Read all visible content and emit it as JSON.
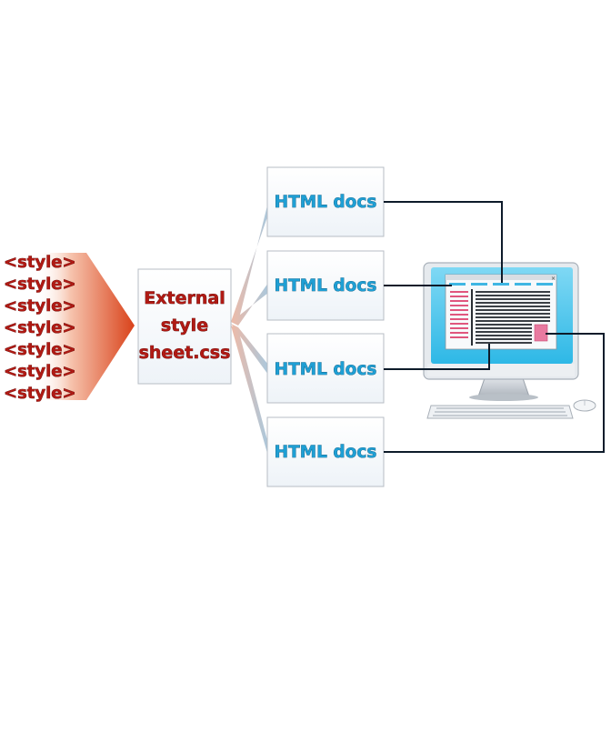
{
  "diagram": {
    "style_tags": [
      "<style>",
      "<style>",
      "<style>",
      "<style>",
      "<style>",
      "<style>",
      "<style>"
    ],
    "external_sheet": {
      "lines": [
        "External",
        "style",
        "sheet.css"
      ]
    },
    "html_docs": [
      {
        "label": "HTML docs"
      },
      {
        "label": "HTML docs"
      },
      {
        "label": "HTML docs"
      },
      {
        "label": "HTML docs"
      }
    ]
  },
  "colors": {
    "style_tag_red": "#b01a14",
    "doc_label_blue": "#1f9fd4",
    "arrow_orange": "#d9471f",
    "connector_dark": "#0d1b2a",
    "monitor_glow": "#4cc6ec",
    "page_accent_pink": "#e0567e"
  },
  "icons": {
    "computer": "desktop-computer-icon",
    "keyboard": "keyboard-icon",
    "mouse": "mouse-icon"
  }
}
